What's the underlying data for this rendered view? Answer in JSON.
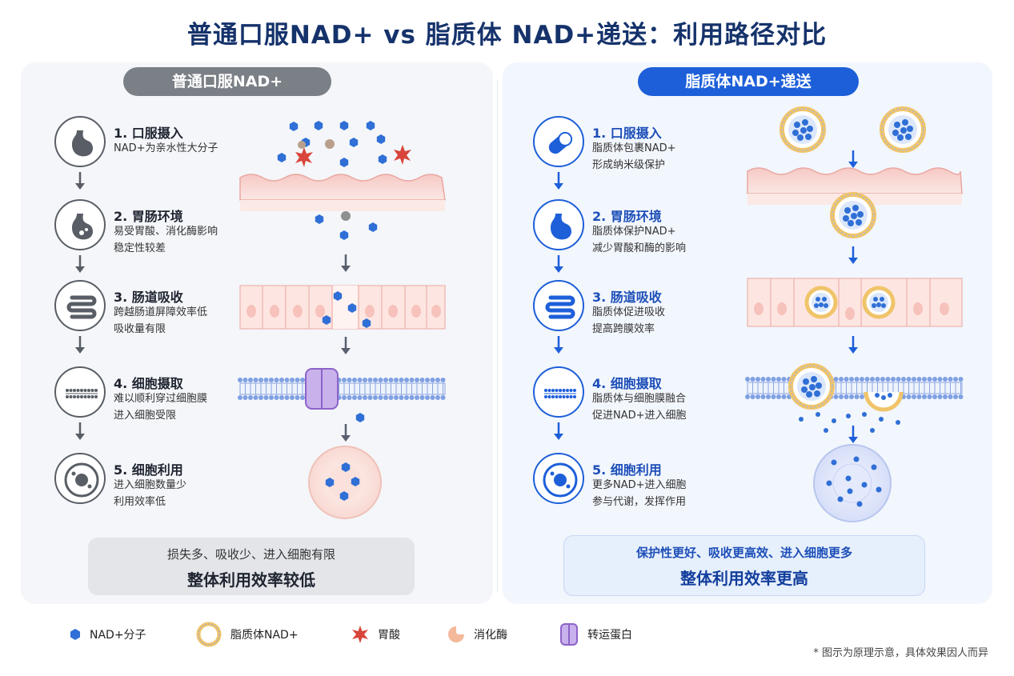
{
  "title": "普通口服NAD+ vs 脂质体 NAD+递送：利用路径对比",
  "left": {
    "label": "普通口服NAD+",
    "steps": [
      {
        "title": "1. 口服摄入",
        "desc1": "NAD+为亲水性大分子",
        "desc2": "",
        "icon": "stomach-icon"
      },
      {
        "title": "2. 胃肠环境",
        "desc1": "易受胃酸、消化酶影响",
        "desc2": "稳定性较差",
        "icon": "stomach-acid-icon"
      },
      {
        "title": "3. 肠道吸收",
        "desc1": "跨越肠道屏障效率低",
        "desc2": "吸收量有限",
        "icon": "intestine-icon"
      },
      {
        "title": "4. 细胞摄取",
        "desc1": "难以顺利穿过细胞膜",
        "desc2": "进入细胞受限",
        "icon": "membrane-icon"
      },
      {
        "title": "5. 细胞利用",
        "desc1": "进入细胞数量少",
        "desc2": "利用效率低",
        "icon": "cell-icon"
      }
    ],
    "summary1": "损失多、吸收少、进入细胞有限",
    "summary2": "整体利用效率较低"
  },
  "right": {
    "label": "脂质体NAD+递送",
    "steps": [
      {
        "title": "1. 口服摄入",
        "desc1": "脂质体包裹NAD+",
        "desc2": "形成纳米级保护",
        "icon": "capsule-icon"
      },
      {
        "title": "2. 胃肠环境",
        "desc1": "脂质体保护NAD+",
        "desc2": "减少胃酸和酶的影响",
        "icon": "stomach-icon"
      },
      {
        "title": "3. 肠道吸收",
        "desc1": "脂质体促进吸收",
        "desc2": "提高跨膜效率",
        "icon": "intestine-icon"
      },
      {
        "title": "4. 细胞摄取",
        "desc1": "脂质体与细胞膜融合",
        "desc2": "促进NAD+进入细胞",
        "icon": "membrane-icon"
      },
      {
        "title": "5. 细胞利用",
        "desc1": "更多NAD+进入细胞",
        "desc2": "参与代谢，发挥作用",
        "icon": "cell-icon"
      }
    ],
    "summary1": "保护性更好、吸收更高效、进入细胞更多",
    "summary2": "整体利用效率更高"
  },
  "legend": [
    {
      "label": "NAD+分子",
      "icon": "nad-molecule-icon"
    },
    {
      "label": "脂质体NAD+",
      "icon": "liposome-icon"
    },
    {
      "label": "胃酸",
      "icon": "stomach-acid-icon"
    },
    {
      "label": "消化酶",
      "icon": "enzyme-icon"
    },
    {
      "label": "转运蛋白",
      "icon": "transporter-icon"
    }
  ],
  "footnote": "* 图示为原理示意，具体效果因人而异",
  "colors": {
    "title": "#15326b",
    "left_accent": "#7b7f86",
    "right_accent": "#1d5fd9",
    "molecule": "#2f6fd6",
    "acid": "#d9453a",
    "liposome_ring": "#f0c46a"
  }
}
